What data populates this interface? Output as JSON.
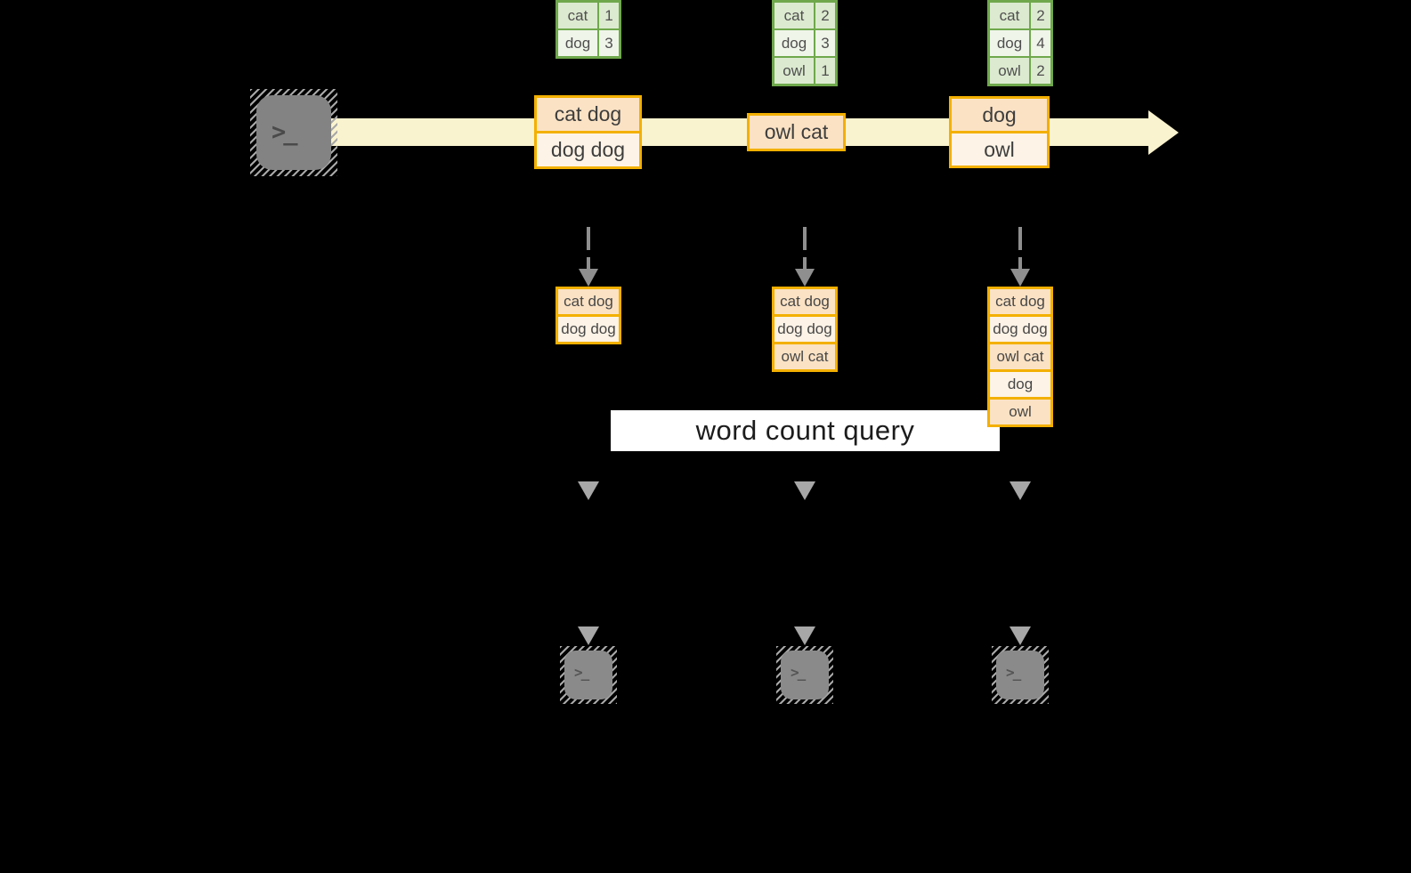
{
  "colors": {
    "background": "#000000",
    "stream_band": "#faf3cf",
    "orange_border": "#f3b000",
    "orange_fill_dark": "#fbe2c4",
    "orange_fill_light": "#fdf3e6",
    "green_border": "#6fa84c",
    "green_fill_dark": "#dcead0",
    "green_fill_light": "#eff5e9",
    "arrow_gray": "#8f8f8f",
    "terminal_gray": "#838383",
    "query_band_bg": "#ffffff"
  },
  "terminal_glyph": ">_",
  "stream": {
    "batches": [
      {
        "messages": [
          "cat dog",
          "dog dog"
        ]
      },
      {
        "messages": [
          "owl cat"
        ]
      },
      {
        "messages": [
          "dog",
          "owl"
        ]
      }
    ]
  },
  "query": {
    "label": "word count query"
  },
  "columns": [
    {
      "state": [
        "cat dog",
        "dog dog"
      ],
      "counts": [
        {
          "word": "cat",
          "count": "1"
        },
        {
          "word": "dog",
          "count": "3"
        }
      ]
    },
    {
      "state": [
        "cat dog",
        "dog dog",
        "owl cat"
      ],
      "counts": [
        {
          "word": "cat",
          "count": "2"
        },
        {
          "word": "dog",
          "count": "3"
        },
        {
          "word": "owl",
          "count": "1"
        }
      ]
    },
    {
      "state": [
        "cat dog",
        "dog dog",
        "owl cat",
        "dog",
        "owl"
      ],
      "counts": [
        {
          "word": "cat",
          "count": "2"
        },
        {
          "word": "dog",
          "count": "4"
        },
        {
          "word": "owl",
          "count": "2"
        }
      ]
    }
  ]
}
